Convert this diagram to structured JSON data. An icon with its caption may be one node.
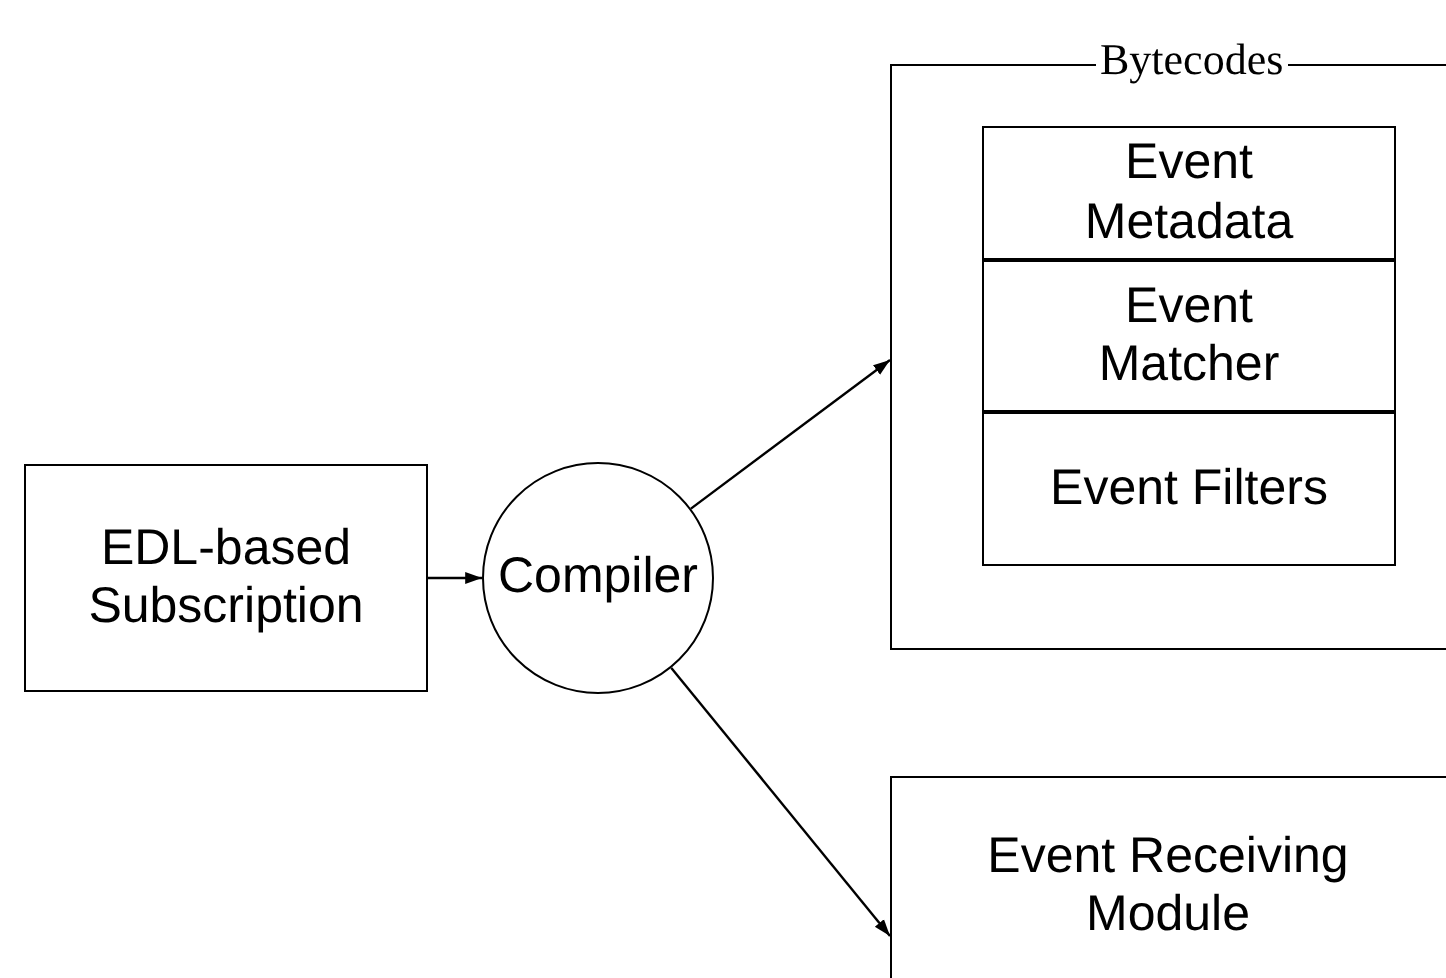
{
  "diagram": {
    "nodes": [
      {
        "text": [
          "EDL-based Subscription"
        ]
      },
      {
        "text": [
          "Compiler"
        ]
      },
      {
        "text": [
          "Bytecodes"
        ]
      },
      {
        "text": [
          "Event Metadata"
        ],
        "in": 2
      },
      {
        "text": [
          "Event Matcher"
        ],
        "in": 2
      },
      {
        "text": [
          "Event Filters"
        ],
        "in": 2
      },
      {
        "text": [
          "Event Receiving Module"
        ]
      }
    ],
    "edges": [
      {
        "from": 0,
        "to": 1,
        "arrow": "to"
      },
      {
        "from": 1,
        "to": 2,
        "arrow": "to"
      },
      {
        "from": 1,
        "to": 6,
        "arrow": "to"
      }
    ]
  }
}
